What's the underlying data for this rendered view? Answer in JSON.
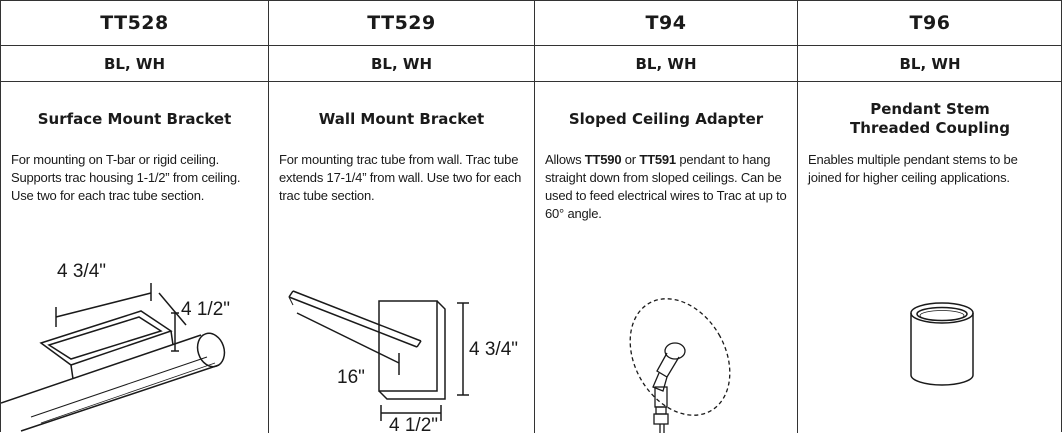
{
  "products": [
    {
      "model": "TT528",
      "finish": "BL, WH",
      "title": "Surface Mount Bracket",
      "description": "For mounting on T-bar or rigid ceiling. Supports trac housing 1-1/2” from ceiling. Use two for each trac tube section.",
      "illustration": "surface-mount-bracket-drawing",
      "dimensions": {
        "width": "4 3/4\"",
        "depth": "4 1/2\""
      }
    },
    {
      "model": "TT529",
      "finish": "BL, WH",
      "title": "Wall Mount Bracket",
      "description": "For mounting trac tube from wall. Trac tube extends 17-1/4” from wall. Use two for each trac tube section.",
      "illustration": "wall-mount-bracket-drawing",
      "dimensions": {
        "arm": "16\"",
        "height": "4 3/4\"",
        "width": "4 1/2\""
      }
    },
    {
      "model": "T94",
      "finish": "BL, WH",
      "title": "Sloped Ceiling Adapter",
      "description_parts": {
        "prefix": "Allows ",
        "model_a": "TT590",
        "mid": " or ",
        "model_b": "TT591",
        "suffix": " pendant to hang straight down from sloped ceilings. Can be used to feed electrical wires to Trac at up to 60° angle."
      },
      "illustration": "sloped-ceiling-adapter-drawing"
    },
    {
      "model": "T96",
      "finish": "BL, WH",
      "title_line1": "Pendant Stem",
      "title_line2": "Threaded Coupling",
      "description": "Enables multiple pendant stems to be joined for higher ceiling applications.",
      "illustration": "threaded-coupling-drawing"
    }
  ],
  "colors": {
    "line": "#333333",
    "text": "#1a1a1a"
  }
}
